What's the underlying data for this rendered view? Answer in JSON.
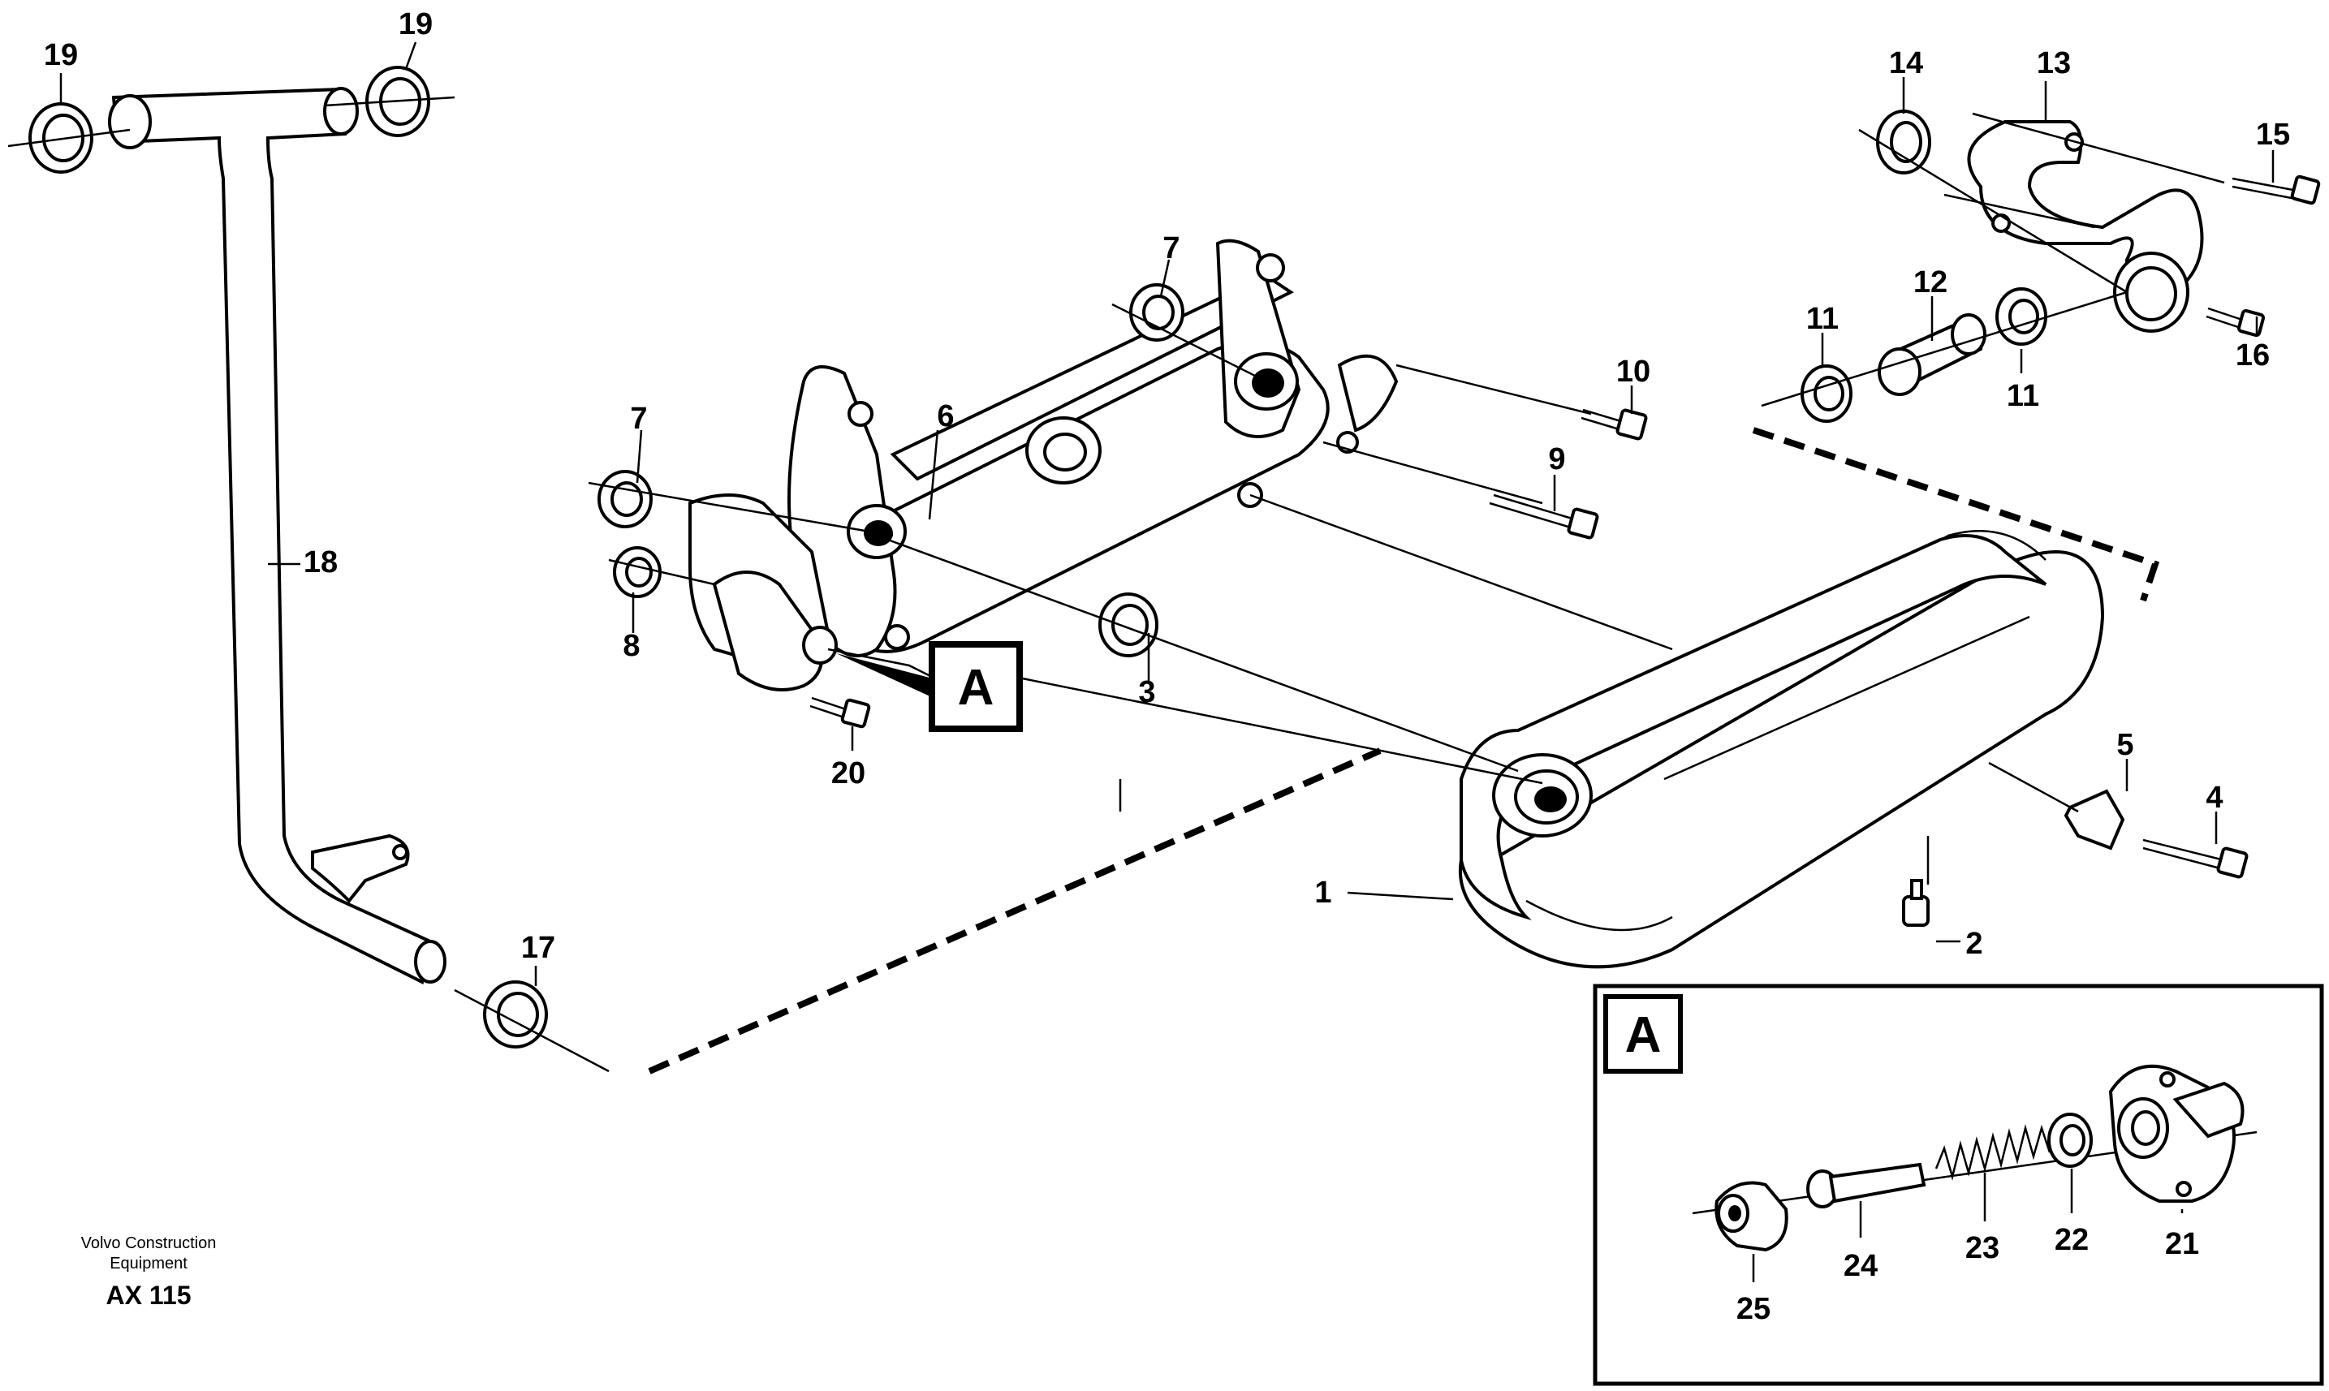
{
  "diagram": {
    "callouts": [
      {
        "id": "c1",
        "text": "1"
      },
      {
        "id": "c2",
        "text": "2"
      },
      {
        "id": "c3",
        "text": "3"
      },
      {
        "id": "c4",
        "text": "4"
      },
      {
        "id": "c5",
        "text": "5"
      },
      {
        "id": "c6",
        "text": "6"
      },
      {
        "id": "c7a",
        "text": "7"
      },
      {
        "id": "c7b",
        "text": "7"
      },
      {
        "id": "c8",
        "text": "8"
      },
      {
        "id": "c9",
        "text": "9"
      },
      {
        "id": "c10",
        "text": "10"
      },
      {
        "id": "c11a",
        "text": "11"
      },
      {
        "id": "c11b",
        "text": "11"
      },
      {
        "id": "c12",
        "text": "12"
      },
      {
        "id": "c13",
        "text": "13"
      },
      {
        "id": "c14",
        "text": "14"
      },
      {
        "id": "c15",
        "text": "15"
      },
      {
        "id": "c16",
        "text": "16"
      },
      {
        "id": "c17",
        "text": "17"
      },
      {
        "id": "c18",
        "text": "18"
      },
      {
        "id": "c19a",
        "text": "19"
      },
      {
        "id": "c19b",
        "text": "19"
      },
      {
        "id": "c20",
        "text": "20"
      },
      {
        "id": "c21",
        "text": "21"
      },
      {
        "id": "c22",
        "text": "22"
      },
      {
        "id": "c23",
        "text": "23"
      },
      {
        "id": "c24",
        "text": "24"
      },
      {
        "id": "c25",
        "text": "25"
      }
    ],
    "detail_marker": "A",
    "detail_box_label": "A"
  },
  "footer": {
    "credit_line1": "Volvo Construction",
    "credit_line2": "Equipment",
    "code": "AX 115"
  }
}
